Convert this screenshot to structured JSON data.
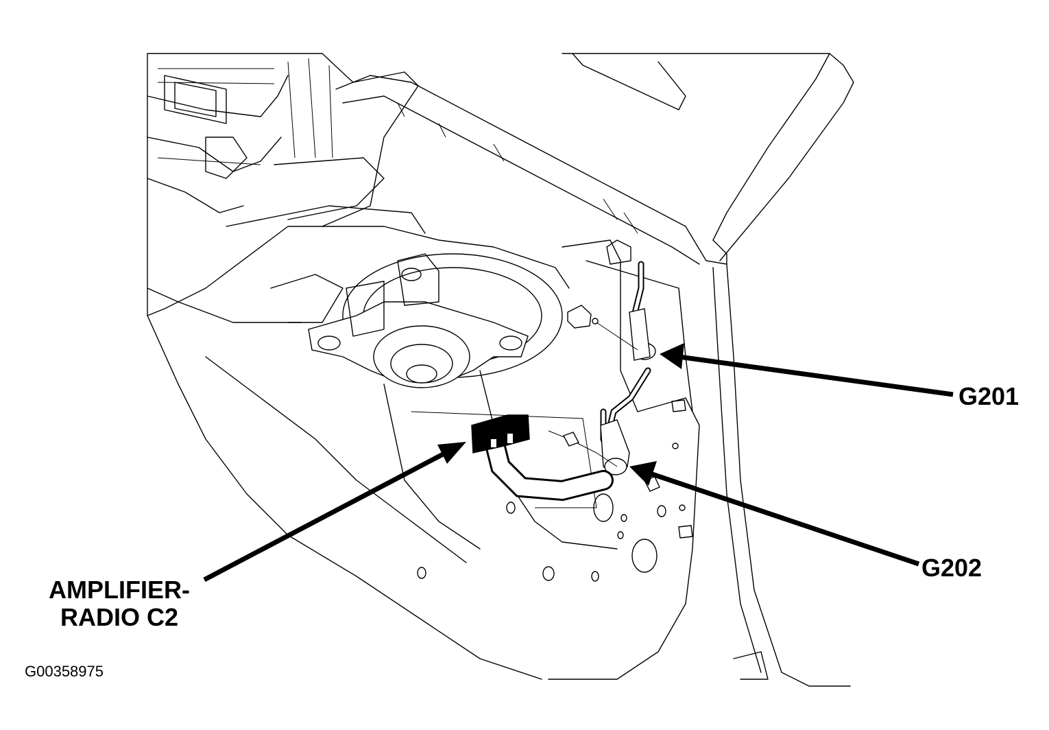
{
  "labels": {
    "g201": "G201",
    "g202": "G202",
    "amplifier_line1": "AMPLIFIER-",
    "amplifier_line2": "RADIO C2"
  },
  "figure_id": "G00358975",
  "icons": [
    "arrow-pointer-icon"
  ],
  "colors": {
    "line": "#000000",
    "background": "#ffffff"
  }
}
